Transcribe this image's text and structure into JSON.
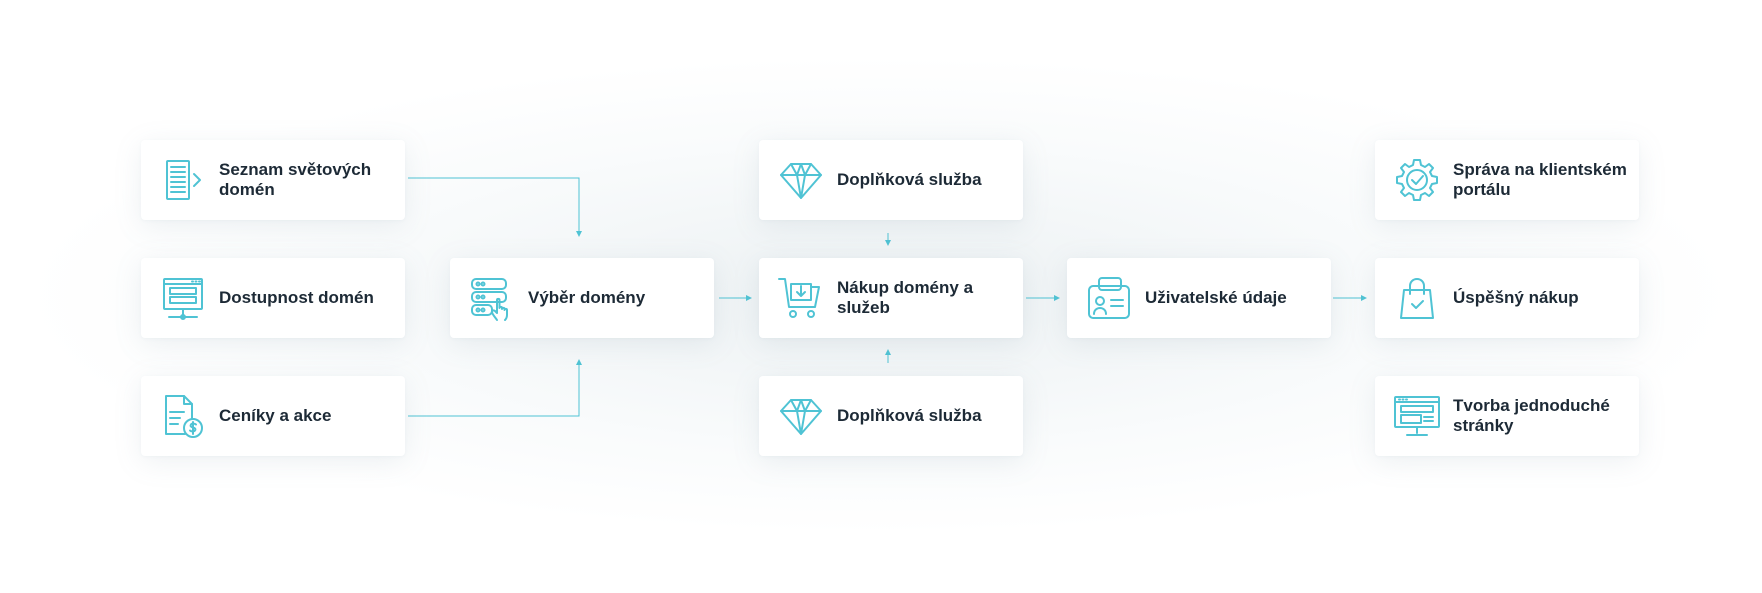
{
  "accent_color": "#4fc3d4",
  "text_color": "#1d2a36",
  "steps": {
    "seznam": {
      "label": "Seznam světových domén",
      "icon": "document-list-icon"
    },
    "dostupnost": {
      "label": "Dostupnost domén",
      "icon": "sitemap-browser-icon"
    },
    "ceniky": {
      "label": "Ceníky a akce",
      "icon": "price-document-icon"
    },
    "vyber": {
      "label": "Výběr domény",
      "icon": "server-select-hand-icon"
    },
    "doplnkova_top": {
      "label": "Doplňková služba",
      "icon": "diamond-icon"
    },
    "nakup": {
      "label": "Nákup domény a služeb",
      "icon": "shopping-cart-icon"
    },
    "doplnkova_bottom": {
      "label": "Doplňková služba",
      "icon": "diamond-icon"
    },
    "udaje": {
      "label": "Uživatelské údaje",
      "icon": "id-card-folder-icon"
    },
    "sprava": {
      "label": "Správa na klientském portálu",
      "icon": "gear-check-icon"
    },
    "uspesny": {
      "label": "Úspěšný nákup",
      "icon": "shopping-bag-check-icon"
    },
    "tvorba": {
      "label": "Tvorba jednoduché stránky",
      "icon": "website-monitor-icon"
    }
  }
}
